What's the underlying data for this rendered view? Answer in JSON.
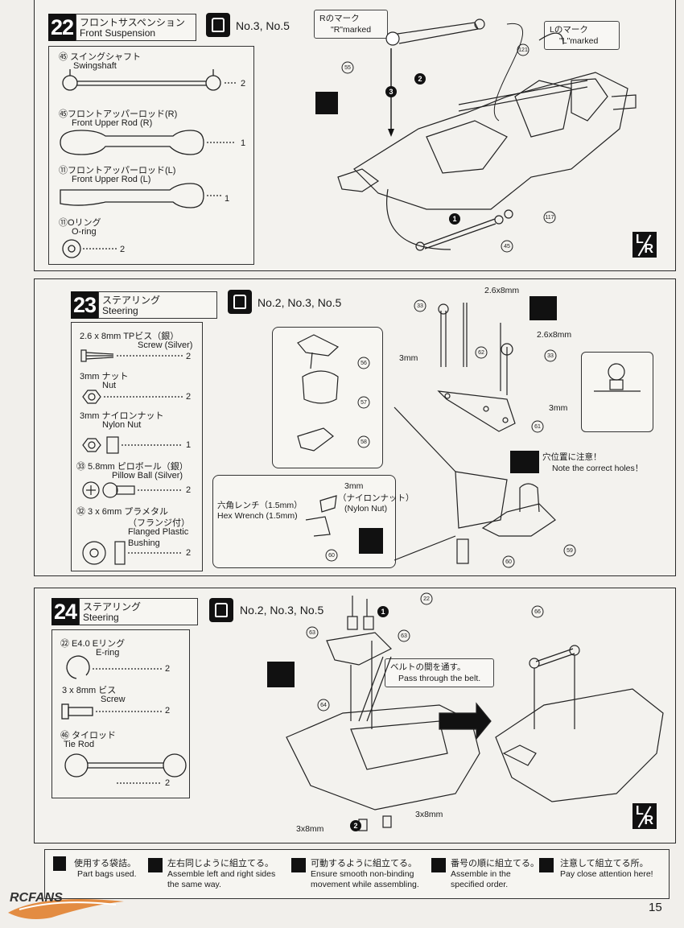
{
  "page_number": "15",
  "step22": {
    "number": "22",
    "title_jp": "フロントサスペンション",
    "title_en": "Front Suspension",
    "bags": "No.3, No.5",
    "parts": [
      {
        "code": "㊺",
        "name_jp": "スイングシャフト",
        "name_en": "Swingshaft",
        "qty": "2"
      },
      {
        "code": "㊺",
        "name_jp": "フロントアッパーロッド(R)",
        "name_en": "Front Upper Rod (R)",
        "qty": "1"
      },
      {
        "code": "⑪",
        "name_jp": "フロントアッパーロッド(L)",
        "name_en": "Front Upper Rod (L)",
        "qty": "1"
      },
      {
        "code": "⑪",
        "name_jp": "Oリング",
        "name_en": "O-ring",
        "qty": "2"
      }
    ],
    "r_mark": {
      "jp": "Rのマーク",
      "en": "\"R\"marked"
    },
    "l_mark": {
      "jp": "Lのマーク",
      "en": "\"L\"marked"
    },
    "callouts": [
      "55",
      "121",
      "117",
      "45"
    ],
    "steps": [
      "1",
      "2",
      "3"
    ]
  },
  "step23": {
    "number": "23",
    "title_jp": "ステアリング",
    "title_en": "Steering",
    "bags": "No.2, No.3, No.5",
    "parts": [
      {
        "name_a": "2.6 x 8mm TPビス（銀）",
        "name_b": "Screw (Silver)",
        "qty": "2"
      },
      {
        "name_a": "3mm ナット",
        "name_b": "Nut",
        "qty": "2"
      },
      {
        "name_a": "3mm ナイロンナット",
        "name_b": "Nylon Nut",
        "qty": "1"
      },
      {
        "name_a": "㉝ 5.8mm ピロボール（銀）",
        "name_b": "Pillow Ball (Silver)",
        "qty": "2"
      },
      {
        "name_a": "㉜ 3 x 6mm プラメタル",
        "name_b": "（フランジ付）",
        "name_c": "Flanged Plastic",
        "name_d": "Bushing",
        "qty": "2"
      }
    ],
    "labels": {
      "screw_top": "2.6x8mm",
      "screw_right": "2.6x8mm",
      "mm3_left": "3mm",
      "mm3_right": "3mm",
      "hex_jp": "六角レンチ（1.5mm）",
      "hex_en": "Hex Wrench (1.5mm)",
      "nut_3mm": "3mm",
      "nut_jp": "（ナイロンナット）",
      "nut_en": "(Nylon Nut)",
      "note_jp": "穴位置に注意！",
      "note_en": "Note the correct holes！"
    },
    "callouts": [
      "33",
      "56",
      "57",
      "58",
      "62",
      "33",
      "61",
      "60",
      "60",
      "59"
    ]
  },
  "step24": {
    "number": "24",
    "title_jp": "ステアリング",
    "title_en": "Steering",
    "bags": "No.2, No.3, No.5",
    "parts": [
      {
        "name_a": "㉒ E4.0 Eリング",
        "name_b": "E-ring",
        "qty": "2"
      },
      {
        "name_a": "3 x 8mm ビス",
        "name_b": "Screw",
        "qty": "2"
      },
      {
        "name_a": "㊻ タイロッド",
        "name_b": "Tie Rod",
        "qty": "2"
      }
    ],
    "belt_jp": "ベルトの間を通す。",
    "belt_en": "Pass through the belt.",
    "screw_a": "3x8mm",
    "screw_b": "3x8mm",
    "callouts": [
      "22",
      "63",
      "63",
      "64",
      "66"
    ]
  },
  "legend": [
    {
      "jp": "使用する袋詰。",
      "en": "Part bags used."
    },
    {
      "jp": "左右同じように組立てる。",
      "en": "Assemble left and right sides\nthe same way."
    },
    {
      "jp": "可動するように組立てる。",
      "en": "Ensure smooth non-binding\nmovement while assembling."
    },
    {
      "jp": "番号の順に組立てる。",
      "en": "Assemble in the\nspecified order."
    },
    {
      "jp": "注意して組立てる所。",
      "en": "Pay close attention here!"
    }
  ],
  "watermark": "RCFANS"
}
